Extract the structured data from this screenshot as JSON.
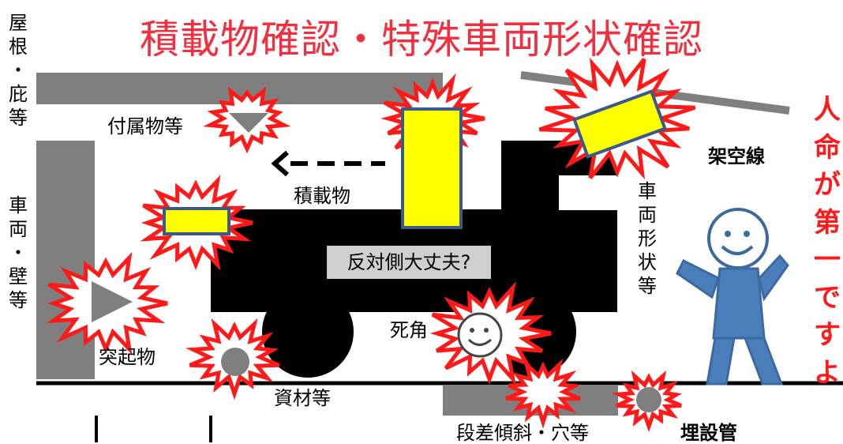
{
  "title": "積載物確認・特殊車両形状確認",
  "labels": {
    "roof": "屋根・庇等",
    "wall": "車両・壁等",
    "accessories": "付属物等",
    "cargo": "積載物",
    "overhead_wire": "架空線",
    "vehicle_shape": "車両形状等",
    "protrusion": "突起物",
    "materials": "資材等",
    "blind_spot": "死角",
    "steps": "段差傾斜・穴等",
    "buried_pipe": "埋設管",
    "other_side": "反対側大丈夫?",
    "human_life": "人命が第一ですよ"
  },
  "colors": {
    "warning_red": "#ff1a1a",
    "title_red": "#f0303f",
    "cargo_yellow": "#ffff00",
    "obstacle_gray": "#7f7f7f",
    "vehicle_black": "#000000",
    "person_blue": "#4a7ebb"
  }
}
